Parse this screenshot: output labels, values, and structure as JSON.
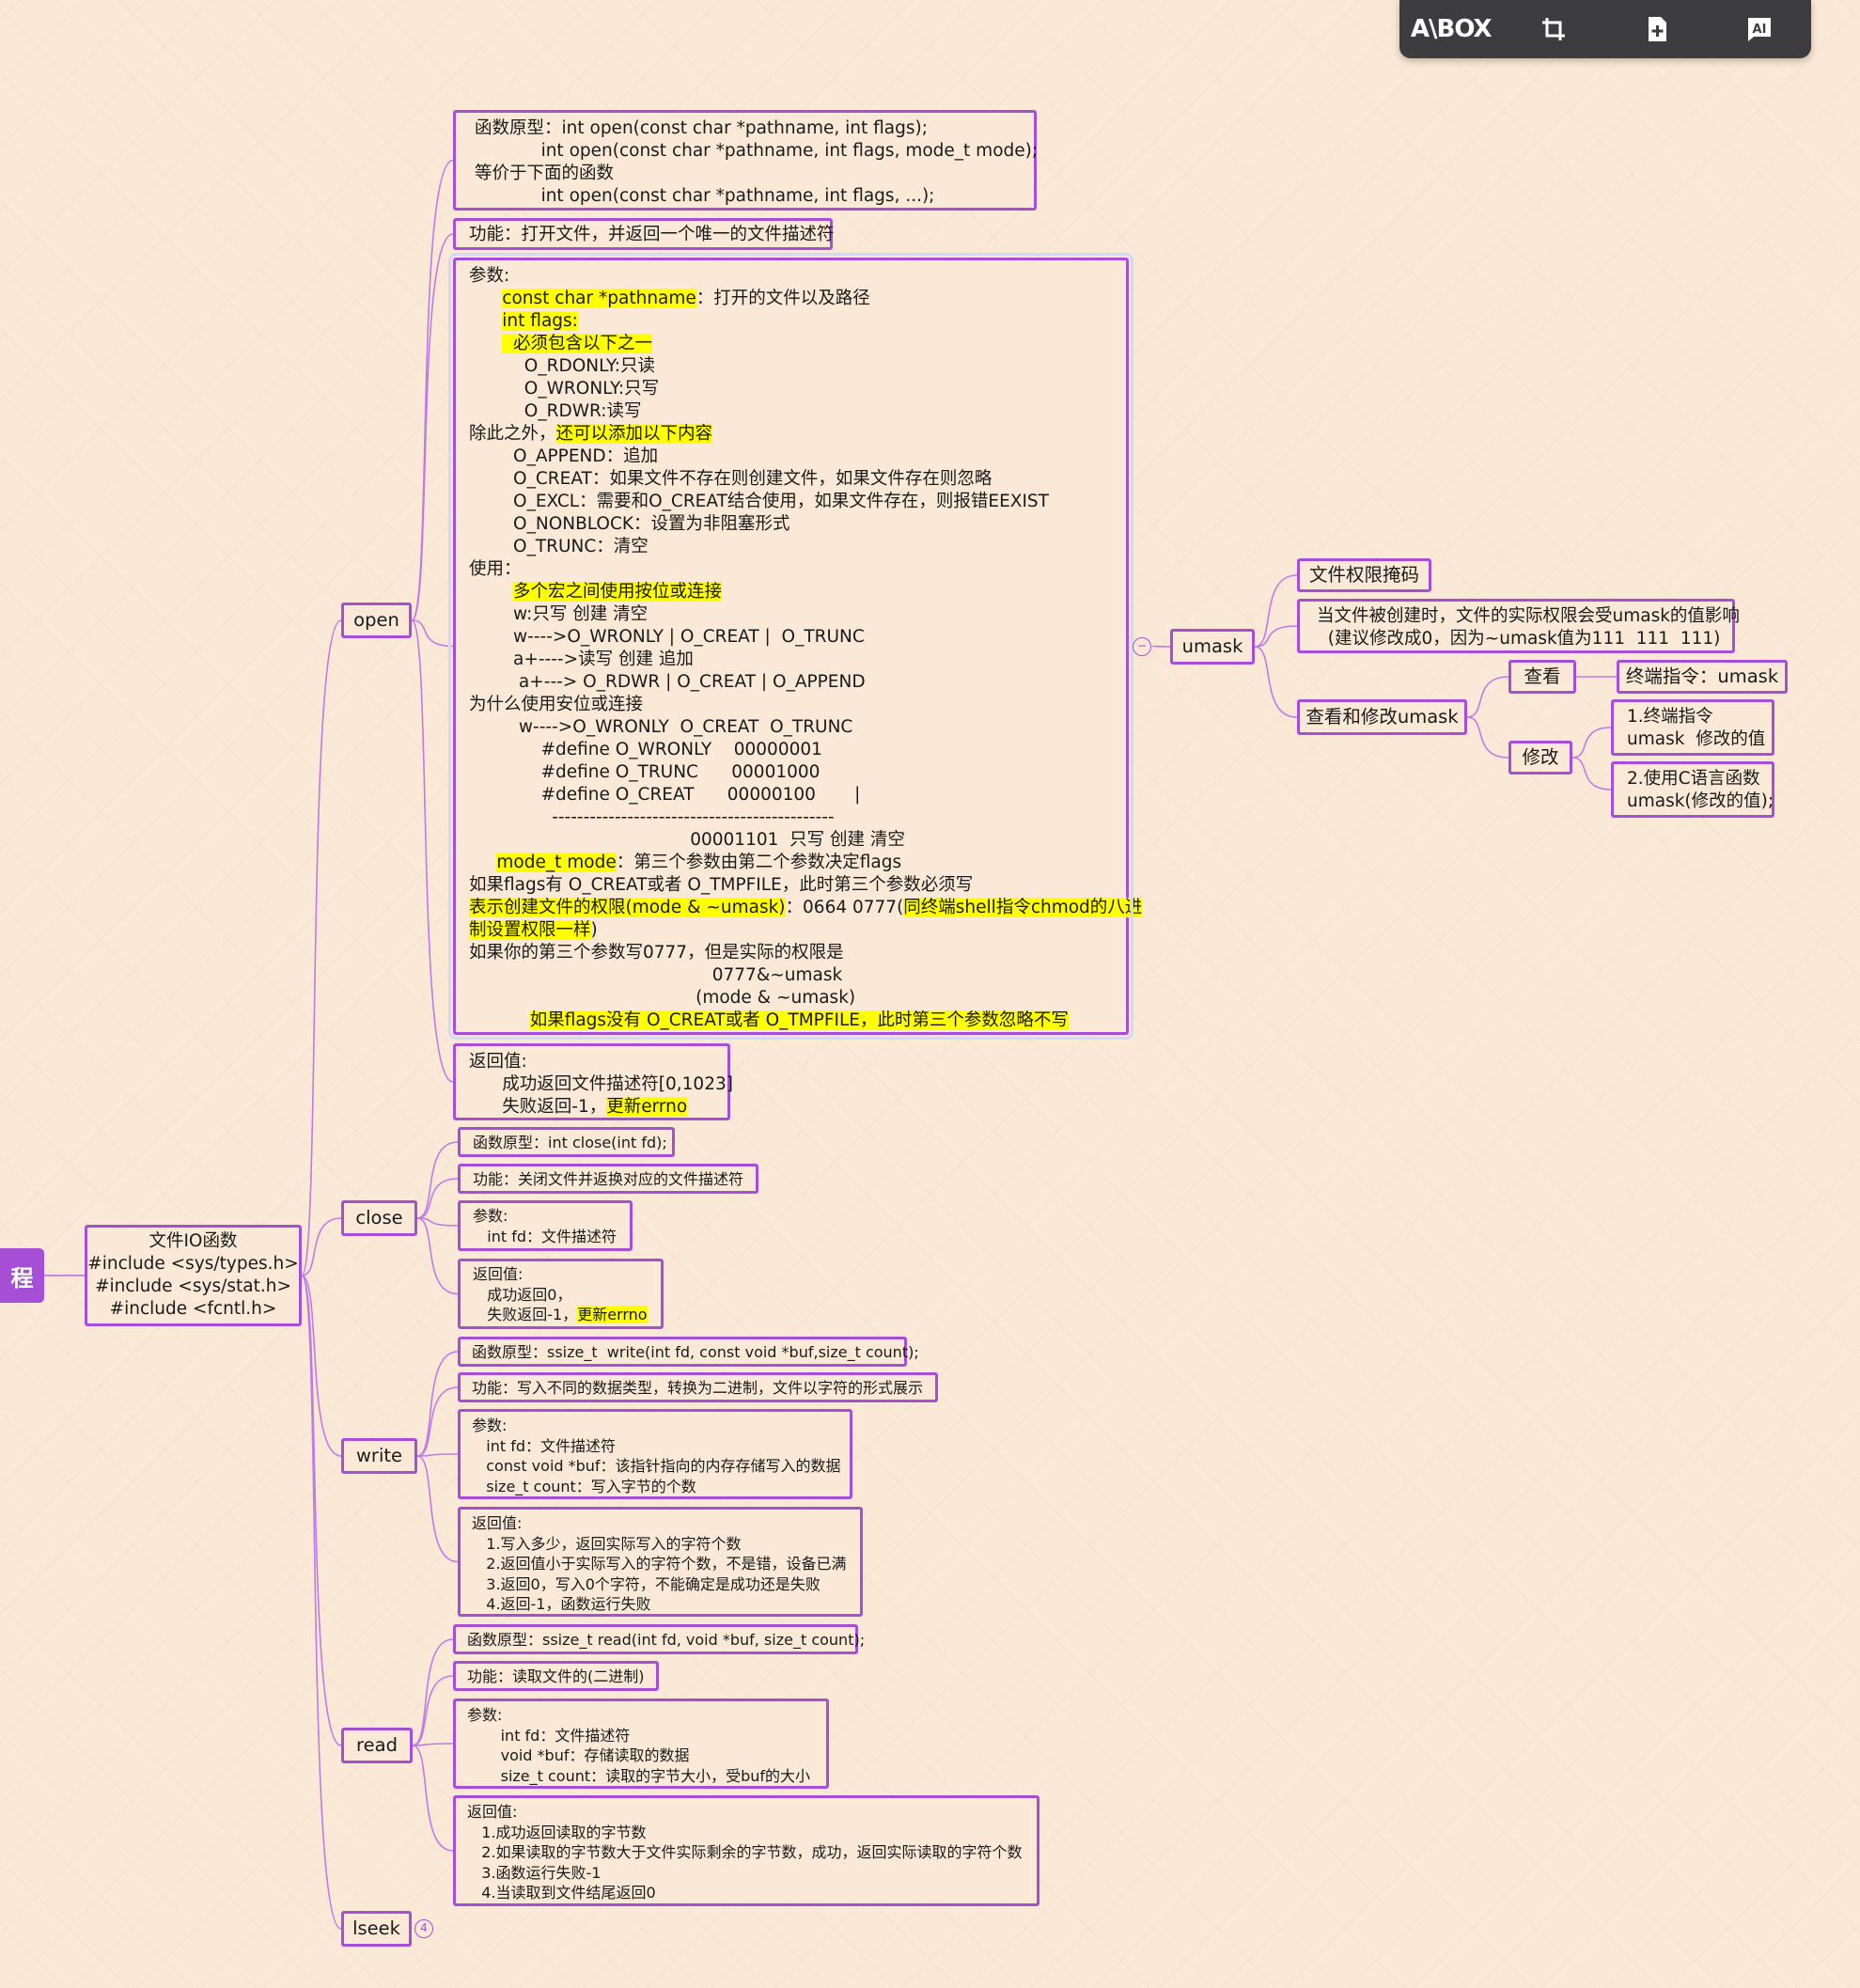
{
  "toolbar": {
    "logo": "A\\BOX",
    "buttons": [
      "crop-icon",
      "add-page-icon",
      "ai-text-icon"
    ]
  },
  "root": {
    "label": "程"
  },
  "main_topic": {
    "lines": [
      "文件IO函数",
      "#include <sys/types.h>",
      "#include <sys/stat.h>",
      "#include <fcntl.h>"
    ]
  },
  "branches": {
    "open": {
      "label": "open",
      "prototype": {
        "lines": [
          [
            {
              "t": "函数原型：int open(const char *pathname, int flags);"
            }
          ],
          [
            {
              "t": "            int open(const char *pathname, int flags, mode_t mode);"
            }
          ],
          [
            {
              "t": "等价于下面的函数"
            }
          ],
          [
            {
              "t": "            int open(const char *pathname, int flags, ...);"
            }
          ]
        ]
      },
      "function": {
        "lines": [
          [
            {
              "t": "功能：打开文件，并返回一个唯一的文件描述符"
            }
          ]
        ]
      },
      "params": {
        "lines": [
          [
            {
              "t": "参数:"
            }
          ],
          [
            {
              "t": "      "
            },
            {
              "t": "const char *pathname",
              "hl": true
            },
            {
              "t": "：打开的文件以及路径"
            }
          ],
          [
            {
              "t": "      "
            },
            {
              "t": "int flags:",
              "hl": true
            }
          ],
          [
            {
              "t": "      "
            },
            {
              "t": "  必须包含以下之一",
              "hl": true
            }
          ],
          [
            {
              "t": "          O_RDONLY:只读"
            }
          ],
          [
            {
              "t": "          O_WRONLY:只写"
            }
          ],
          [
            {
              "t": "          O_RDWR:读写"
            }
          ],
          [
            {
              "t": "除此之外，"
            },
            {
              "t": "还可以添加以下内容",
              "hl": true
            }
          ],
          [
            {
              "t": "        O_APPEND：追加"
            }
          ],
          [
            {
              "t": "        O_CREAT：如果文件不存在则创建文件，如果文件存在则忽略"
            }
          ],
          [
            {
              "t": "        O_EXCL：需要和O_CREAT结合使用，如果文件存在，则报错EEXIST"
            }
          ],
          [
            {
              "t": "        O_NONBLOCK：设置为非阻塞形式"
            }
          ],
          [
            {
              "t": "        O_TRUNC：清空"
            }
          ],
          [
            {
              "t": "使用："
            }
          ],
          [
            {
              "t": "        "
            },
            {
              "t": "多个宏之间使用按位或连接",
              "hl": true
            }
          ],
          [
            {
              "t": "        w:只写 创建 清空"
            }
          ],
          [
            {
              "t": "        w---->O_WRONLY | O_CREAT |  O_TRUNC"
            }
          ],
          [
            {
              "t": "        a+---->读写 创建 追加"
            }
          ],
          [
            {
              "t": "         a+---> O_RDWR | O_CREAT | O_APPEND"
            }
          ],
          [
            {
              "t": "为什么使用安位或连接"
            }
          ],
          [
            {
              "t": "         w---->O_WRONLY  O_CREAT  O_TRUNC"
            }
          ],
          [
            {
              "t": "             #define O_WRONLY    00000001"
            }
          ],
          [
            {
              "t": "             #define O_TRUNC      00001000"
            }
          ],
          [
            {
              "t": "             #define O_CREAT      00000100       |"
            }
          ],
          [
            {
              "t": "               ---------------------------------------------"
            }
          ],
          [
            {
              "t": "                                        00001101  只写 创建 清空"
            }
          ],
          [
            {
              "t": "     "
            },
            {
              "t": "mode_t mode",
              "hl": true
            },
            {
              "t": "：第三个参数由第二个参数决定flags"
            }
          ],
          [
            {
              "t": "如果flags有 O_CREAT或者 O_TMPFILE，此时第三个参数必须写"
            }
          ],
          [
            {
              "t": "表示创建文件的权限(mode & ~umask)",
              "hl": true
            },
            {
              "t": "：0664 0777("
            },
            {
              "t": "同终端shell指令chmod的八进",
              "hl": true
            }
          ],
          [
            {
              "t": "制设置权限一样",
              "hl": true
            },
            {
              "t": ")"
            }
          ],
          [
            {
              "t": "如果你的第三个参数写0777，但是实际的权限是"
            }
          ],
          [
            {
              "t": "                                            0777&~umask"
            }
          ],
          [
            {
              "t": "                                         (mode & ~umask)"
            }
          ],
          [
            {
              "t": "           "
            },
            {
              "t": "如果flags没有 O_CREAT或者 O_TMPFILE，此时第三个参数忽略不写",
              "hl": true
            }
          ]
        ]
      },
      "return": {
        "lines": [
          [
            {
              "t": "返回值:"
            }
          ],
          [
            {
              "t": "      成功返回文件描述符[0,1023]"
            }
          ],
          [
            {
              "t": "      失败返回-1，"
            },
            {
              "t": "更新errno",
              "hl": true
            }
          ]
        ]
      }
    },
    "umask": {
      "label": "umask",
      "mask": "文件权限掩码",
      "effect": {
        "lines": [
          [
            {
              "t": "当文件被创建时，文件的实际权限会受umask的值影响"
            }
          ],
          [
            {
              "t": "  (建议修改成0，因为~umask值为111  111  111)"
            }
          ]
        ]
      },
      "view_modify": "查看和修改umask",
      "view": "查看",
      "view_cmd": "终端指令：umask",
      "modify": "修改",
      "modify_terminal": {
        "lines": [
          [
            {
              "t": "1.终端指令"
            }
          ],
          [
            {
              "t": "umask  修改的值"
            }
          ]
        ]
      },
      "modify_c": {
        "lines": [
          [
            {
              "t": "2.使用C语言函数"
            }
          ],
          [
            {
              "t": "umask(修改的值);"
            }
          ]
        ]
      }
    },
    "close": {
      "label": "close",
      "prototype": {
        "lines": [
          [
            {
              "t": "函数原型：int close(int fd);"
            }
          ]
        ]
      },
      "function": {
        "lines": [
          [
            {
              "t": "功能：关闭文件并返换对应的文件描述符"
            }
          ]
        ]
      },
      "params": {
        "lines": [
          [
            {
              "t": "参数:"
            }
          ],
          [
            {
              "t": "   int fd：文件描述符"
            }
          ]
        ]
      },
      "return": {
        "lines": [
          [
            {
              "t": "返回值:"
            }
          ],
          [
            {
              "t": "   成功返回0，"
            }
          ],
          [
            {
              "t": "   失败返回-1，"
            },
            {
              "t": "更新errno",
              "hl": true
            }
          ]
        ]
      }
    },
    "write": {
      "label": "write",
      "prototype": {
        "lines": [
          [
            {
              "t": "函数原型：ssize_t  write(int fd, const void *buf,size_t count);"
            }
          ]
        ]
      },
      "function": {
        "lines": [
          [
            {
              "t": "功能：写入不同的数据类型，转换为二进制，文件以字符的形式展示"
            }
          ]
        ]
      },
      "params": {
        "lines": [
          [
            {
              "t": "参数:"
            }
          ],
          [
            {
              "t": "   int fd：文件描述符"
            }
          ],
          [
            {
              "t": "   const void *buf：该指针指向的内存存储写入的数据"
            }
          ],
          [
            {
              "t": "   size_t count：写入字节的个数"
            }
          ]
        ]
      },
      "return": {
        "lines": [
          [
            {
              "t": "返回值:"
            }
          ],
          [
            {
              "t": "   1.写入多少，返回实际写入的字符个数"
            }
          ],
          [
            {
              "t": "   2.返回值小于实际写入的字符个数，不是错，设备已满"
            }
          ],
          [
            {
              "t": "   3.返回0，写入0个字符，不能确定是成功还是失败"
            }
          ],
          [
            {
              "t": "   4.返回-1，函数运行失败"
            }
          ]
        ]
      }
    },
    "read": {
      "label": "read",
      "prototype": {
        "lines": [
          [
            {
              "t": "函数原型：ssize_t read(int fd, void *buf, size_t count);"
            }
          ]
        ]
      },
      "function": {
        "lines": [
          [
            {
              "t": "功能：读取文件的(二进制)"
            }
          ]
        ]
      },
      "params": {
        "lines": [
          [
            {
              "t": "参数:"
            }
          ],
          [
            {
              "t": "       int fd：文件描述符"
            }
          ],
          [
            {
              "t": "       void *buf：存储读取的数据"
            }
          ],
          [
            {
              "t": "       size_t count：读取的字节大小，受buf的大小"
            }
          ]
        ]
      },
      "return": {
        "lines": [
          [
            {
              "t": "返回值:"
            }
          ],
          [
            {
              "t": "   1.成功返回读取的字节数"
            }
          ],
          [
            {
              "t": "   2.如果读取的字节数大于文件实际剩余的字节数，成功，返回实际读取的字符个数"
            }
          ],
          [
            {
              "t": "   3.函数运行失败-1"
            }
          ],
          [
            {
              "t": "   4.当读取到文件结尾返回0"
            }
          ]
        ]
      }
    },
    "lseek": {
      "label": "lseek",
      "collapsed_count": "4"
    }
  },
  "collapse_symbol": "−",
  "colors": {
    "background": "#fbe9d7",
    "accent": "#a64fd6",
    "highlight": "#ffff00",
    "toolbar": "#3d3d3f"
  }
}
